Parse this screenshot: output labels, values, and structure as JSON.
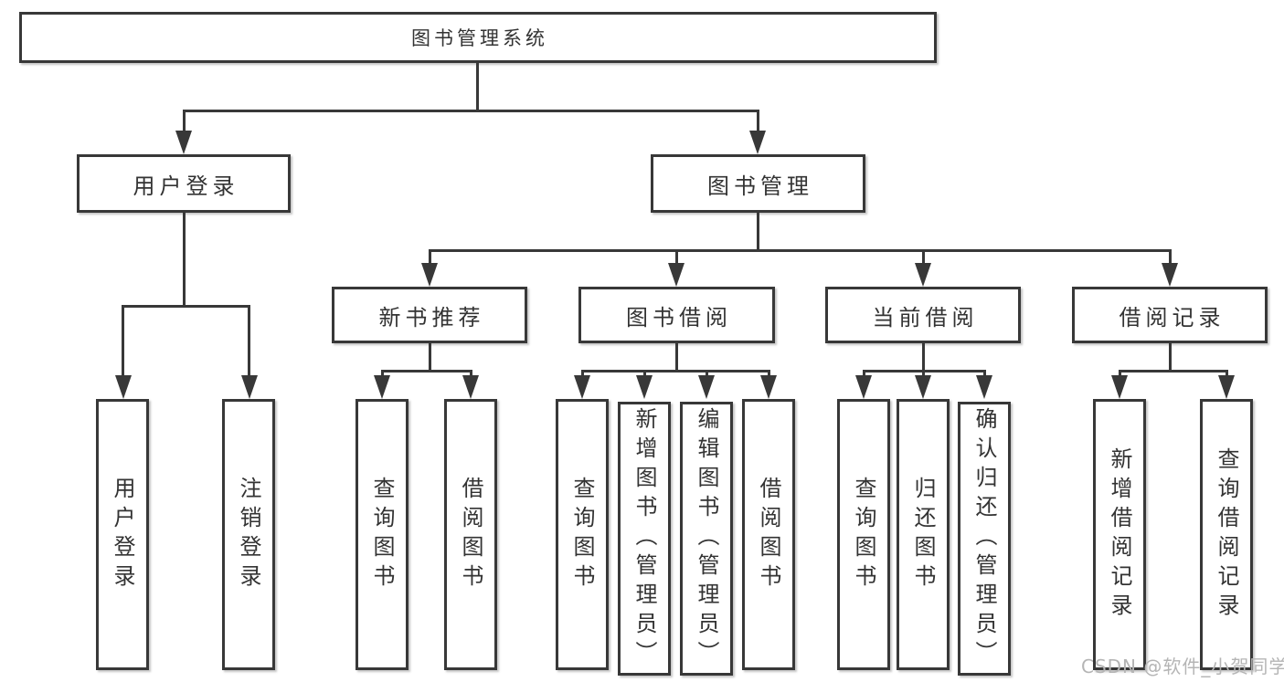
{
  "diagram": {
    "root": "图书管理系统",
    "level2": [
      "用户登录",
      "图书管理"
    ],
    "level3": [
      "新书推荐",
      "图书借阅",
      "当前借阅",
      "借阅记录"
    ],
    "leaves": {
      "user_login": [
        "用户登录",
        "注销登录"
      ],
      "new_book_recommend": [
        "查询图书",
        "借阅图书"
      ],
      "book_borrow": [
        "查询图书",
        "新增图书（管理员）",
        "编辑图书（管理员）",
        "借阅图书"
      ],
      "current_borrow": [
        "查询图书",
        "归还图书",
        "确认归还（管理员）"
      ],
      "borrow_records": [
        "新增借阅记录",
        "查询借阅记录"
      ]
    },
    "colors": {
      "line": "#383838",
      "text": "#333333",
      "background": "#ffffff",
      "watermark": "#b5b5b5"
    }
  },
  "watermark": "CSDN @软件_小贺同学"
}
